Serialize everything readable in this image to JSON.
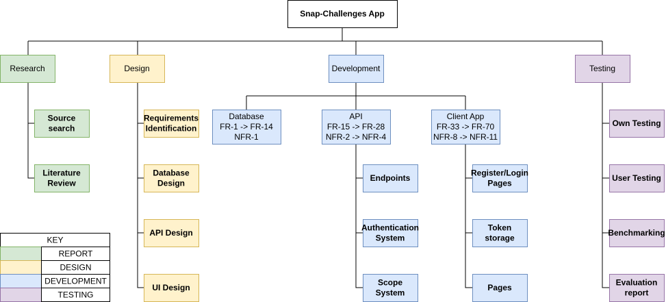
{
  "colors": {
    "report": {
      "fill": "#d5e8d4",
      "stroke": "#82b366"
    },
    "design": {
      "fill": "#fff2cc",
      "stroke": "#d6b656"
    },
    "development": {
      "fill": "#dae8fc",
      "stroke": "#6c8ebf"
    },
    "testing": {
      "fill": "#e1d5e7",
      "stroke": "#9673a6"
    },
    "root": {
      "fill": "#ffffff",
      "stroke": "#000000"
    }
  },
  "root": {
    "label": "Snap-Challenges App"
  },
  "branches": {
    "research": {
      "label": "Research",
      "children": [
        {
          "label": [
            "Source",
            "search"
          ]
        },
        {
          "label": [
            "Literature",
            "Review"
          ]
        }
      ]
    },
    "design": {
      "label": "Design",
      "children": [
        {
          "label": [
            "Requirements",
            "Identification"
          ]
        },
        {
          "label": [
            "Database",
            "Design"
          ]
        },
        {
          "label": [
            "API Design"
          ]
        },
        {
          "label": [
            "UI Design"
          ]
        }
      ]
    },
    "development": {
      "label": "Development",
      "groups": {
        "database": {
          "label": [
            "Database",
            "FR-1 -> FR-14",
            "NFR-1"
          ]
        },
        "api": {
          "label": [
            "API",
            "FR-15 -> FR-28",
            "NFR-2 -> NFR-4"
          ],
          "children": [
            {
              "label": [
                "Endpoints"
              ]
            },
            {
              "label": [
                "Authentication",
                "System"
              ]
            },
            {
              "label": [
                "Scope",
                "System"
              ]
            }
          ]
        },
        "client": {
          "label": [
            "Client App",
            "FR-33 -> FR-70",
            "NFR-8 -> NFR-11"
          ],
          "children": [
            {
              "label": [
                "Register/Login",
                "Pages"
              ]
            },
            {
              "label": [
                "Token",
                "storage"
              ]
            },
            {
              "label": [
                "Pages"
              ]
            }
          ]
        }
      }
    },
    "testing": {
      "label": "Testing",
      "children": [
        {
          "label": [
            "Own Testing"
          ]
        },
        {
          "label": [
            "User Testing"
          ]
        },
        {
          "label": [
            "Benchmarking"
          ]
        },
        {
          "label": [
            "Evaluation",
            "report"
          ]
        }
      ]
    }
  },
  "key": {
    "title": "KEY",
    "items": [
      {
        "category": "report",
        "label": "REPORT"
      },
      {
        "category": "design",
        "label": "DESIGN"
      },
      {
        "category": "development",
        "label": "DEVELOPMENT"
      },
      {
        "category": "testing",
        "label": "TESTING"
      }
    ]
  }
}
